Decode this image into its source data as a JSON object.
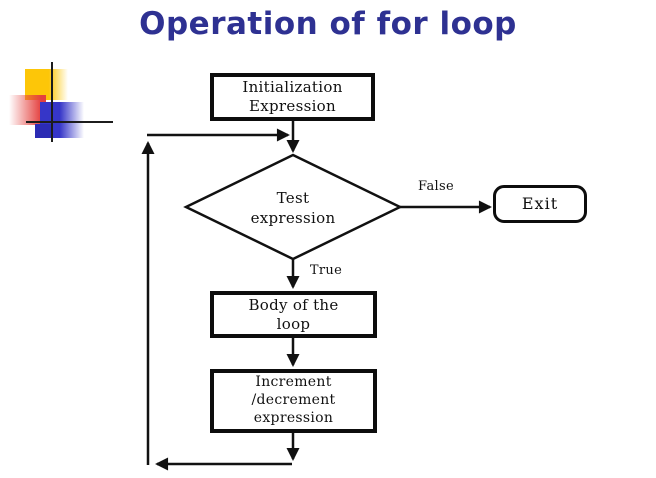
{
  "slide": {
    "title": "Operation of for loop"
  },
  "colors": {
    "title_text": "#2E3192",
    "line": "#111111",
    "background": "#FFFFFF",
    "deco_yellow": "#FDC608",
    "deco_red": "#E4403E",
    "deco_blue": "#3636C8"
  },
  "flowchart": {
    "start_box": {
      "line1": "Initialization",
      "line2": "Expression"
    },
    "decision": {
      "line1": "Test",
      "line2": "expression"
    },
    "exit_box": {
      "label": "Exit"
    },
    "body_box": {
      "line1": "Body of the",
      "line2": "loop"
    },
    "increment_box": {
      "line1": "Increment",
      "line2": "/decrement",
      "line3": "expression"
    },
    "branch_labels": {
      "false": "False",
      "true": "True"
    }
  }
}
